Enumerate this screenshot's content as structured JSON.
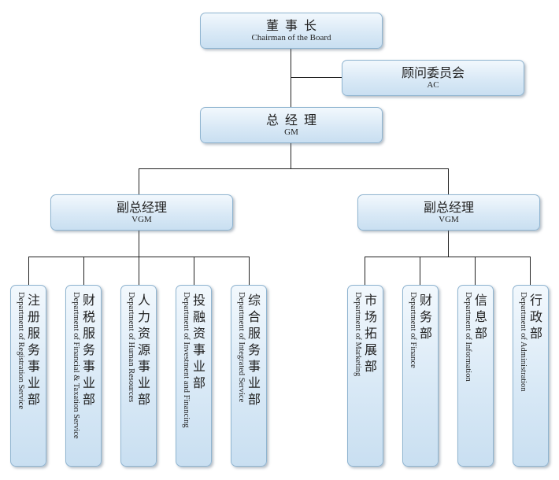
{
  "board": {
    "cn": "董事长",
    "en": "Chairman of the Board"
  },
  "ac": {
    "cn": "顾问委员会",
    "en": "AC"
  },
  "gm": {
    "cn": "总经理",
    "en": "GM"
  },
  "vgm_left": {
    "cn": "副总经理",
    "en": "VGM"
  },
  "vgm_right": {
    "cn": "副总经理",
    "en": "VGM"
  },
  "departments": [
    {
      "cn": "注册服务事业部",
      "en": "Department of Registration Service"
    },
    {
      "cn": "财税服务事业部",
      "en": "Department of Financial & Taxation Service"
    },
    {
      "cn": "人力资源事业部",
      "en": "Department of Human Resources"
    },
    {
      "cn": "投融资事业部",
      "en": "Department of Investment and Financing"
    },
    {
      "cn": "综合服务事业部",
      "en": "Department of Integrated Service"
    },
    {
      "cn": "市场拓展部",
      "en": "Department of Marketing"
    },
    {
      "cn": "财务部",
      "en": "Department of Finance"
    },
    {
      "cn": "信息部",
      "en": "Department of Information"
    },
    {
      "cn": "行政部",
      "en": "Department of Administration"
    }
  ],
  "colors": {
    "box_border": "#8fb4d0",
    "box_fill": "#d9e9f6",
    "connector": "#222222"
  }
}
